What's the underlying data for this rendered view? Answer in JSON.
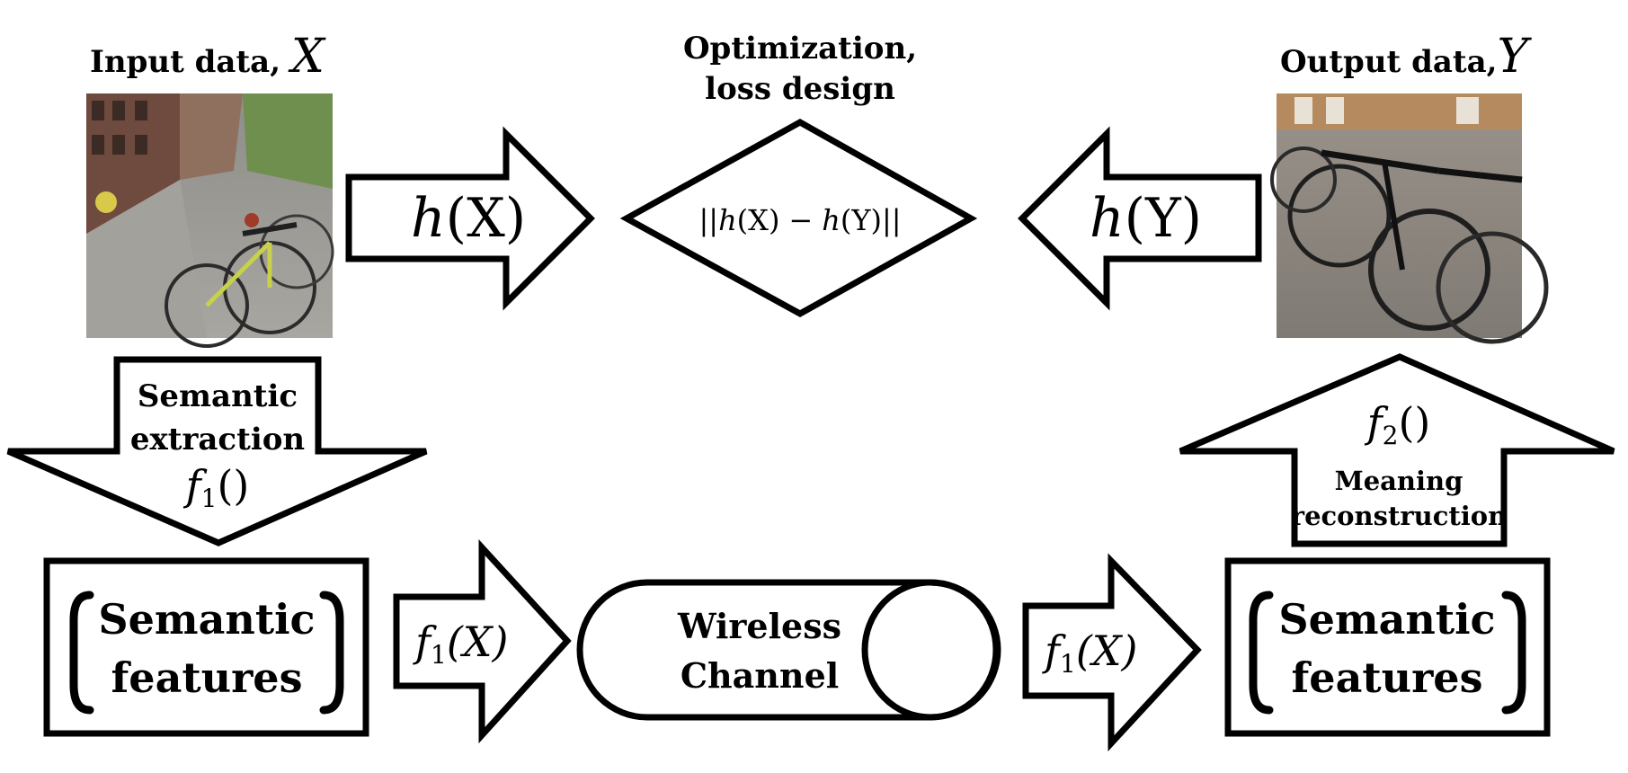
{
  "input": {
    "label": "Input data, ",
    "var": "X"
  },
  "output": {
    "label": "Output data,",
    "var": "Y"
  },
  "optimization": {
    "line1": "Optimization,",
    "line2": "loss design",
    "loss_left": "||",
    "loss_hx": "h",
    "loss_x": "(X)",
    "loss_minus": "−",
    "loss_hy": "h",
    "loss_y": "(Y)",
    "loss_right": "||"
  },
  "arrow_hx": {
    "fn": "h",
    "arg": "(X)"
  },
  "arrow_hy": {
    "fn": "h",
    "arg": "(Y)"
  },
  "extraction": {
    "line1": "Semantic",
    "line2": "extraction",
    "fn": "f",
    "sub": "1",
    "arg": "()"
  },
  "reconstruction": {
    "fn": "f",
    "sub": "2",
    "arg": "()",
    "line1": "Meaning",
    "line2": "reconstruction"
  },
  "features_left": {
    "line1": "Semantic",
    "line2": "features"
  },
  "features_right": {
    "line1": "Semantic",
    "line2": "features"
  },
  "tx_arrow": {
    "fn": "f",
    "sub": "1",
    "arg": "(X)"
  },
  "rx_arrow": {
    "fn": "f",
    "sub": "1",
    "arg": "(X)"
  },
  "channel": {
    "line1": "Wireless",
    "line2": "Channel"
  },
  "colors": {
    "stroke": "#000000",
    "background": "#ffffff"
  }
}
